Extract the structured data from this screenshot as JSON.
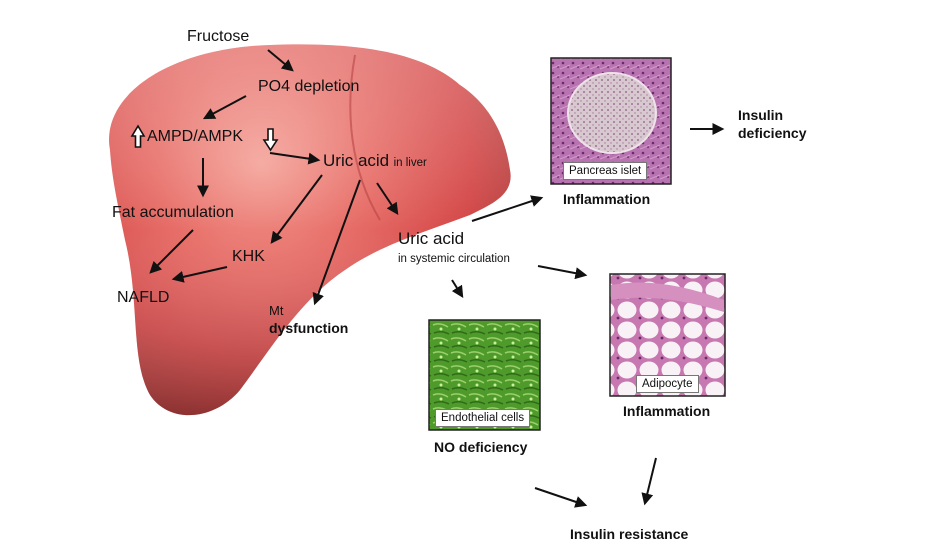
{
  "labels": {
    "fructose": "Fructose",
    "po4": "PO4 depletion",
    "ampd": "AMPD/AMPK",
    "uric_liver": "Uric acid",
    "in_liver": "in liver",
    "fat": "Fat accumulation",
    "khk": "KHK",
    "nafld": "NAFLD",
    "mt1": "Mt",
    "mt2": "dysfunction",
    "uric_sys": "Uric acid",
    "in_sys": "in systemic circulation",
    "ins_def1": "Insulin",
    "ins_def2": "deficiency",
    "infl_pancreas": "Inflammation",
    "infl_adipo": "Inflammation",
    "no_def": "NO deficiency",
    "ins_res": "Insulin resistance"
  },
  "captions": {
    "pancreas": "Pancreas islet",
    "adipocyte": "Adipocyte",
    "endothelial": "Endothelial cells"
  },
  "colors": {
    "liver_light": "#f08a80",
    "liver_mid": "#dc4f4c",
    "liver_dark": "#9e3b3a",
    "pancreas_bg": "#b874b0",
    "islet": "#d8c8cf",
    "adipo_bg": "#f6eef4",
    "adipo_tissue": "#d590c0",
    "endo_bg": "#4e9a2a"
  },
  "icons": [
    "up-arrow-icon",
    "down-arrow-icon"
  ]
}
